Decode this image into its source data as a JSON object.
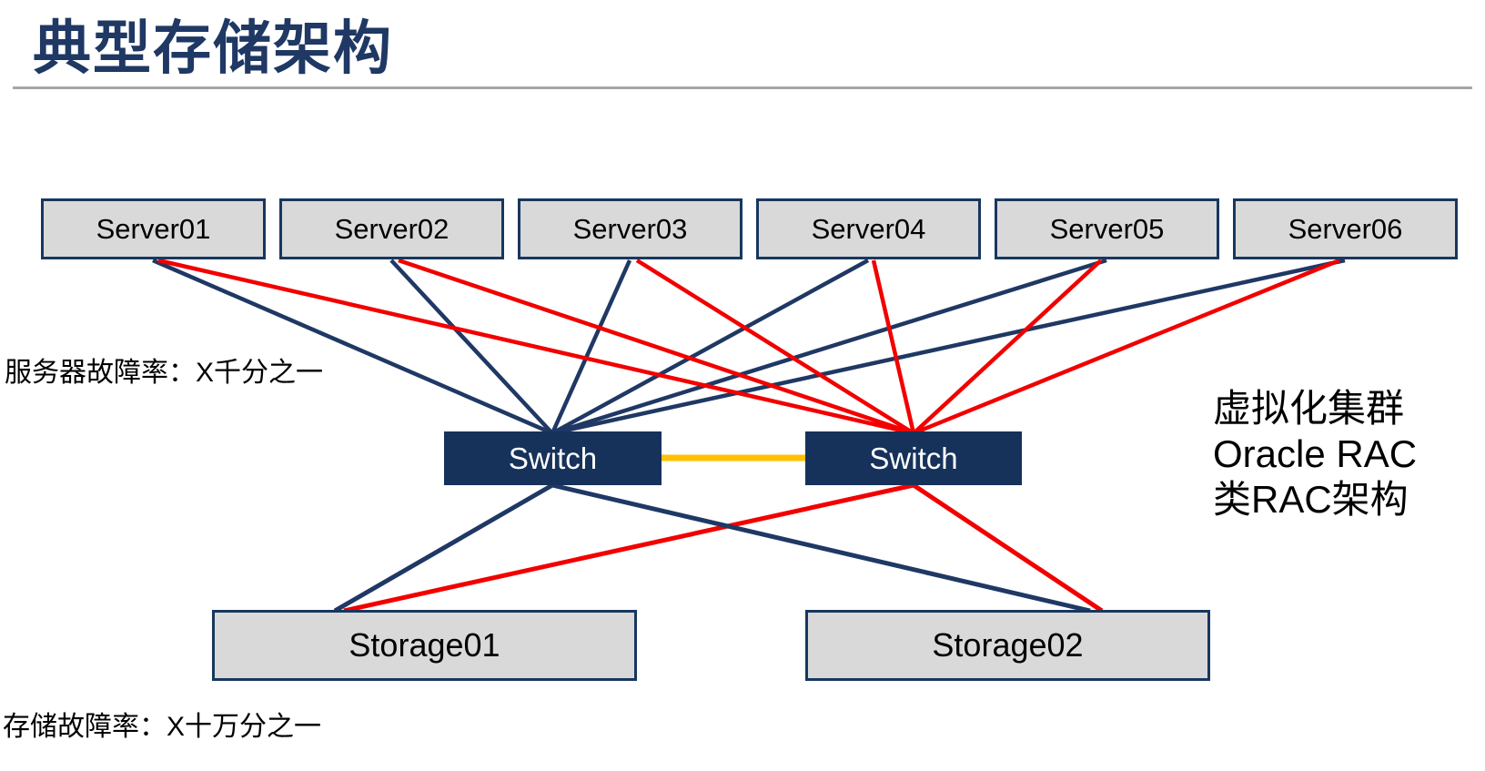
{
  "title": "典型存储架构",
  "servers": [
    "Server01",
    "Server02",
    "Server03",
    "Server04",
    "Server05",
    "Server06"
  ],
  "switches": {
    "left": "Switch",
    "right": "Switch"
  },
  "storages": [
    "Storage01",
    "Storage02"
  ],
  "labels": {
    "server_failure_rate": "服务器故障率：X千分之一",
    "storage_failure_rate": "存储故障率：X十万分之一"
  },
  "annotation": {
    "line1": "虚拟化集群",
    "line2": "Oracle RAC",
    "line3": "类RAC架构"
  },
  "colors": {
    "title_navy": "#1F3864",
    "line_navy": "#1F3864",
    "line_red": "#F20000",
    "link_orange": "#FFC000",
    "box_fill_gray": "#D9D9D9",
    "box_border_navy": "#17375E",
    "switch_fill_navy": "#16325B",
    "divider_gray": "#A6A6A6",
    "text_black": "#000000"
  }
}
